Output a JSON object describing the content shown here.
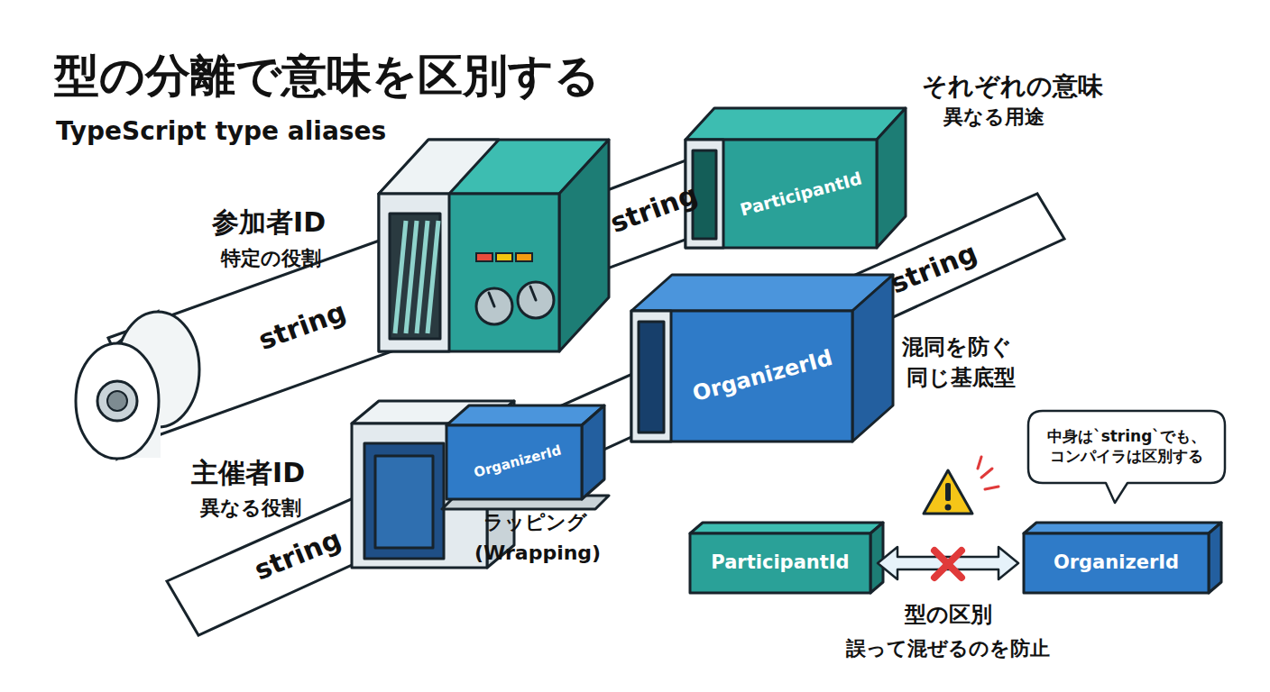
{
  "diagram": {
    "title": "型の分離で意味を区別する",
    "nodes": [
      {
        "text": [
          "参加者ID",
          "特定の役割"
        ]
      },
      {
        "text": [
          "ParticipantId"
        ]
      },
      {
        "text": [
          "主催者ID",
          "異なる役割"
        ]
      },
      {
        "text": [
          "OrganizerId"
        ]
      },
      {
        "text": [
          "OrganizerId"
        ]
      },
      {
        "text": [
          "中身は`string`でも、 コンパイラは区別する"
        ]
      },
      {
        "text": [
          "ParticipantId"
        ]
      },
      {
        "text": [
          "OrganizerId"
        ]
      }
    ],
    "edges": [
      {
        "from": 6,
        "to": 7,
        "arrow": "both",
        "label": "型の区別"
      }
    ],
    "labels": [
      "TypeScript type aliases",
      "それぞれの意味",
      "異なる用途",
      "string",
      "string",
      "string",
      "混同を防ぐ",
      "同じ基底型",
      "string",
      "ラッピング",
      "(Wrapping)",
      "誤って混ぜるのを防止"
    ]
  }
}
